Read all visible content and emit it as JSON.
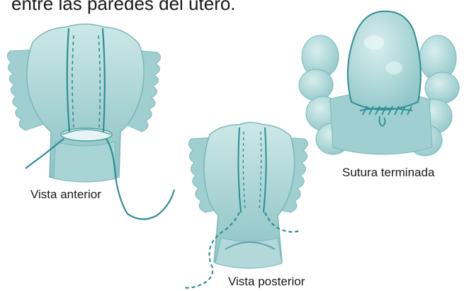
{
  "top_text": "entre las paredes del útero.",
  "captions": {
    "anterior": "Vista anterior",
    "posterior": "Vista posterior",
    "terminada": "Sutura terminada"
  },
  "colors": {
    "tissue_light": "#bfe0e0",
    "tissue": "#8fc5c7",
    "tissue_shadow": "#6aaeb1",
    "suture": "#2f8e96",
    "text": "#1a1a1a"
  }
}
